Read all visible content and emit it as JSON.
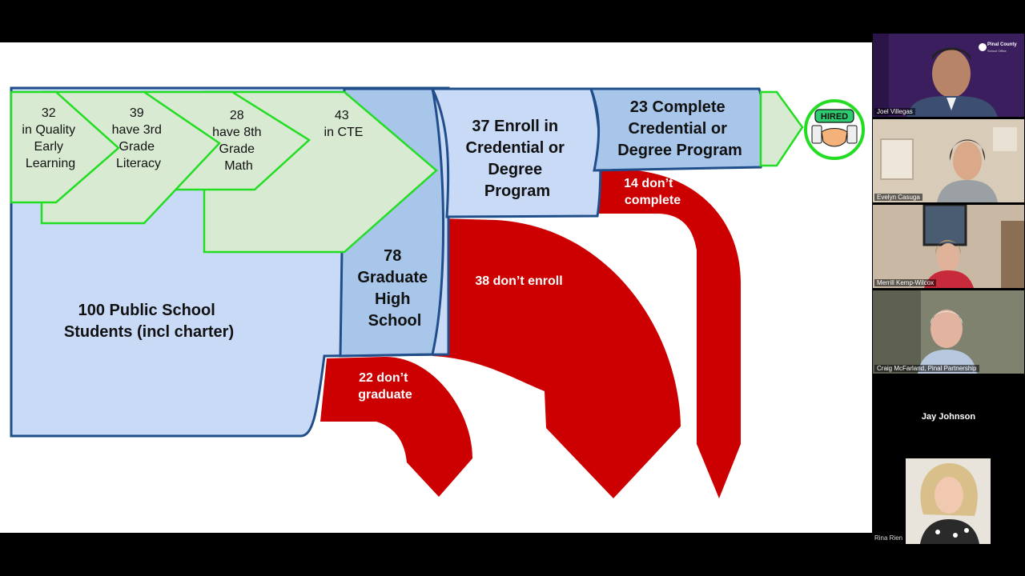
{
  "slide": {
    "students": "100 Public School Students (incl charter)",
    "students_lines": [
      "100 Public School",
      "Students (incl charter)"
    ],
    "early": [
      "32",
      "in Quality",
      "Early",
      "Learning"
    ],
    "third": [
      "39",
      "have 3rd",
      "Grade",
      "Literacy"
    ],
    "eighth": [
      "28",
      "have 8th",
      "Grade",
      "Math"
    ],
    "cte": [
      "43",
      "in CTE"
    ],
    "graduate": [
      "78",
      "Graduate",
      "High",
      "School"
    ],
    "enroll": [
      "37 Enroll in",
      "Credential or",
      "Degree",
      "Program"
    ],
    "complete": [
      "23 Complete",
      "Credential or",
      "Degree Program"
    ],
    "hired": "HIRED",
    "dont_graduate": [
      "22 don’t",
      "graduate"
    ],
    "dont_enroll": "38 don’t enroll",
    "dont_complete": [
      "14 don’t",
      "complete"
    ]
  },
  "participants": [
    {
      "name": "Joel Villegas",
      "logo_text": "Pinal County",
      "logo_sub": "School Office"
    },
    {
      "name": "Evelyn Casuga"
    },
    {
      "name": "Merrill Kemp-Wilcox"
    },
    {
      "name": "Craig McFarland, Pinal Partnership"
    },
    {
      "name": "Jay Johnson"
    },
    {
      "name": "Rina Rien"
    }
  ],
  "colors": {
    "light_blue": "#c9daf7",
    "mid_blue": "#a7c6ea",
    "outline_blue": "#1f4e8a",
    "light_green": "#d9ead3",
    "bright_green": "#22dd22",
    "red": "#cc0000"
  }
}
